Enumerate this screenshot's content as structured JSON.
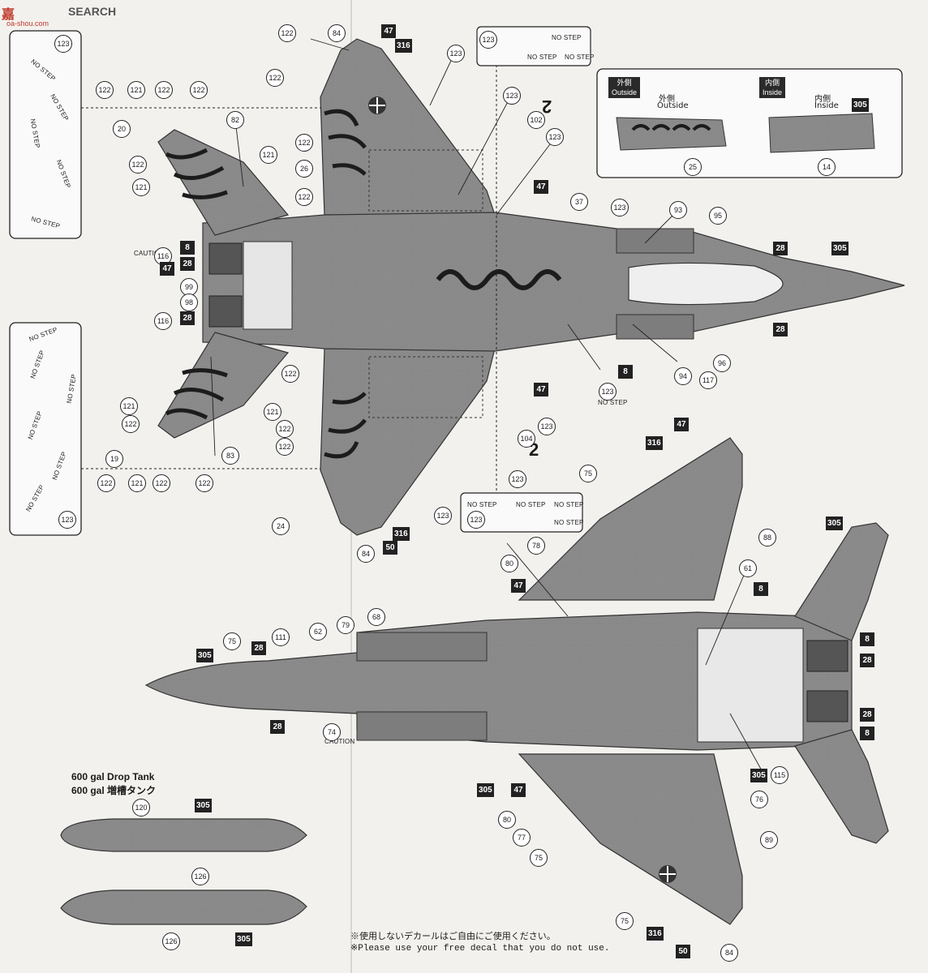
{
  "site": {
    "logo_text": "嘉",
    "logo_sub": "oa-shou.com",
    "logo_search": "SEARCH"
  },
  "colors": {
    "airframe": "#8b8b8b",
    "airframe_dark": "#6e6e6e",
    "stripe": "#1c1c1c",
    "paper": "#f3f1ee",
    "decal_box": "#222222"
  },
  "stencils": {
    "no_step": "NO STEP",
    "caution": "CAUTION"
  },
  "callout_panel": {
    "outside_tag_jp": "外側",
    "outside_tag_en": "Outside",
    "outside_label_jp": "外側",
    "outside_label_en": "Outside",
    "inside_tag_jp": "内側",
    "inside_tag_en": "Inside",
    "inside_label_jp": "内側",
    "inside_label_en": "Inside",
    "outside_num": "25",
    "inside_num": "14",
    "inside_box": "305"
  },
  "section_marks": [
    "2",
    "2"
  ],
  "circle_callouts": [
    "123",
    "122",
    "121",
    "20",
    "82",
    "26",
    "116",
    "99",
    "98",
    "19",
    "83",
    "24",
    "84",
    "102",
    "37",
    "93",
    "95",
    "96",
    "94",
    "117",
    "104",
    "75",
    "78",
    "80",
    "68",
    "79",
    "62",
    "111",
    "74",
    "88",
    "61",
    "115",
    "76",
    "89",
    "77",
    "120",
    "126"
  ],
  "box_callouts": [
    "47",
    "316",
    "8",
    "28",
    "305",
    "50"
  ],
  "drop_tank": {
    "title_en": "600 gal Drop Tank",
    "title_jp": "600 gal 増槽タンク",
    "callouts": [
      "120",
      "305",
      "126",
      "126",
      "305"
    ]
  },
  "notes": {
    "jp": "※使用しないデカールはご自由にご使用ください。",
    "en": "※Please use your free decal that you do not use."
  }
}
